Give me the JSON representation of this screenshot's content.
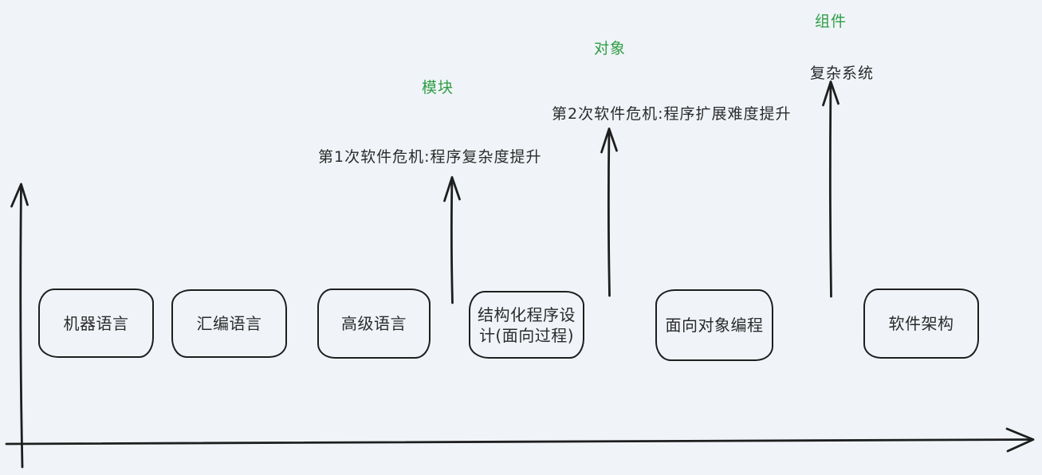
{
  "palette": {
    "background": "#f0f4f9",
    "stroke": "#1e1e1e",
    "text": "#2a2a2a",
    "green": "#2f9e44"
  },
  "diagram": {
    "stage_boxes": [
      {
        "label": "机器语言"
      },
      {
        "label": "汇编语言"
      },
      {
        "label": "高级语言"
      },
      {
        "label": "结构化程序设计(面向过程)",
        "line1": "结构化程序设",
        "line2": "计(面向过程)"
      },
      {
        "label": "面向对象编程"
      },
      {
        "label": "软件架构"
      }
    ],
    "concept_labels": [
      {
        "text": "模块"
      },
      {
        "text": "对象"
      },
      {
        "text": "组件"
      }
    ],
    "annotations": [
      {
        "text": "第1次软件危机:程序复杂度提升"
      },
      {
        "text": "第2次软件危机:程序扩展难度提升"
      },
      {
        "text": "复杂系统"
      }
    ]
  }
}
